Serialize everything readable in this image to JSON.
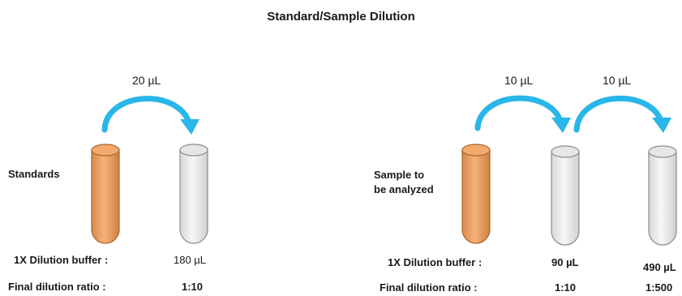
{
  "title": "Standard/Sample Dilution",
  "colors": {
    "arrow": "#29b6e8",
    "tube_orange": "#f2a567",
    "tube_orange_dark": "#c97a3a",
    "tube_clear": "#eeeeee",
    "tube_outline": "#8c8c8c"
  },
  "left": {
    "transfer_volume": "20 µL",
    "source_label": "Standards",
    "buffer_label": "1X Dilution buffer :",
    "buffer_volume": "180 µL",
    "ratio_label": "Final dilution ratio :",
    "ratio": "1:10"
  },
  "right": {
    "transfer_volume_1": "10 µL",
    "transfer_volume_2": "10 µL",
    "source_label_line1": "Sample to",
    "source_label_line2": "be analyzed",
    "buffer_label": "1X Dilution buffer :",
    "buffer_volume_1": "90 µL",
    "buffer_volume_2": "490 µL",
    "ratio_label": "Final dilution ratio :",
    "ratio_1": "1:10",
    "ratio_2": "1:500"
  }
}
